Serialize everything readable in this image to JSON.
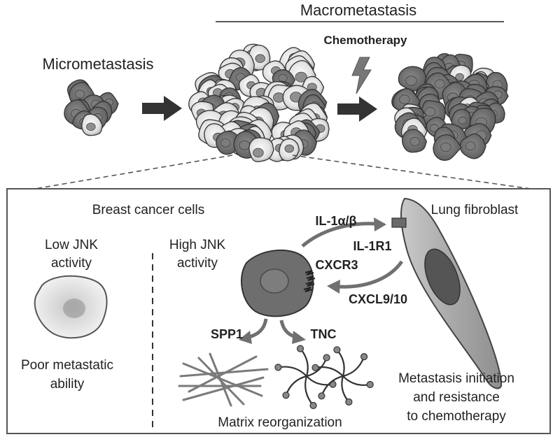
{
  "labels": {
    "macrometastasis": "Macrometastasis",
    "micrometastasis": "Micrometastasis",
    "chemotherapy": "Chemotherapy",
    "breast_cancer_cells": "Breast cancer cells",
    "lung_fibroblast": "Lung fibroblast",
    "low_jnk": [
      "Low JNK",
      "activity"
    ],
    "high_jnk": [
      "High JNK",
      "activity"
    ],
    "poor_ability": [
      "Poor metastatic",
      "ability"
    ],
    "il1": "IL-1α/β",
    "il1r1": "IL-1R1",
    "cxcr3": "CXCR3",
    "cxcl": "CXCL9/10",
    "spp1": "SPP1",
    "tnc": "TNC",
    "matrix": "Matrix reorganization",
    "outcome": [
      "Metastasis initiation",
      "and resistance",
      "to chemotherapy"
    ]
  },
  "colors": {
    "panel_border": "#555555",
    "arrow_dark": "#333333",
    "arrow_grey": "#707070",
    "cell_dark": "#6e6e6e",
    "cell_light": "#e6e6e6"
  }
}
